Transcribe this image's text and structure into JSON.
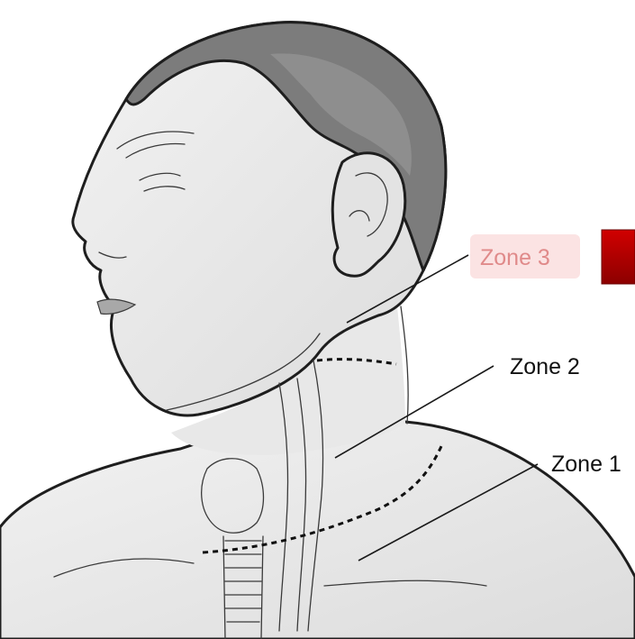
{
  "zones": [
    {
      "label": "Zone 3",
      "highlighted": true
    },
    {
      "label": "Zone 2",
      "highlighted": false
    },
    {
      "label": "Zone 1",
      "highlighted": false
    }
  ],
  "colors": {
    "skin": "#e6e6e6",
    "hair": "#7c7c7c",
    "outline": "#1e1e1e",
    "highlight_box": "#fbe3e3",
    "marker": "#b80000"
  }
}
